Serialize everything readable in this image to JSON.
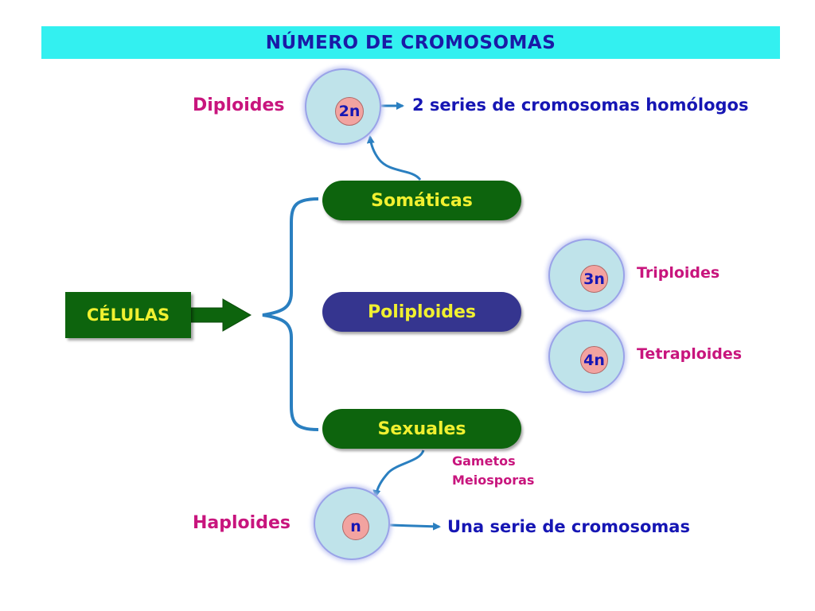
{
  "title": "NÚMERO DE CROMOSOMAS",
  "root": {
    "label": "CÉLULAS"
  },
  "branches": {
    "somaticas": "Somáticas",
    "poliploides": "Poliploides",
    "sexuales": "Sexuales"
  },
  "diploides": {
    "label": "Diploides",
    "nucleus": "2n",
    "description": "2 series de cromosomas homólogos"
  },
  "triploides": {
    "label": "Triploides",
    "nucleus": "3n"
  },
  "tetraploides": {
    "label": "Tetraploides",
    "nucleus": "4n"
  },
  "haploides": {
    "label": "Haploides",
    "nucleus": "n",
    "description": "Una serie de cromosomas"
  },
  "sexuales_note": {
    "line1": "Gametos",
    "line2": "Meiosporas"
  },
  "colors": {
    "banner": "#33f0f0",
    "title_text": "#1a1aa6",
    "dark_green": "#0d640d",
    "indigo": "#35358f",
    "pill_text": "#f0f030",
    "magenta": "#c8157d",
    "blue_text": "#1616b4",
    "cell_fill": "#bfe3ea",
    "nucleus_fill": "#f2a3a0",
    "connector": "#2a7fc0"
  }
}
